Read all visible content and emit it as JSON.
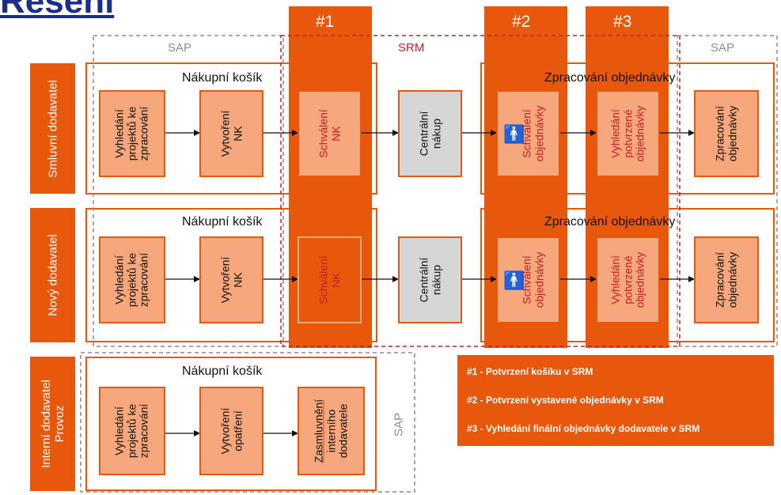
{
  "title": "Řešení",
  "columns": [
    "#1",
    "#2",
    "#3"
  ],
  "systems": {
    "sap": "SAP",
    "srm": "SRM"
  },
  "groups": {
    "cart": "Nákupní košík",
    "order": "Zpracování objednávky"
  },
  "rows": [
    {
      "label": [
        "Smluvní dodavatel"
      ]
    },
    {
      "label": [
        "Nový dodavatel"
      ]
    },
    {
      "label": [
        "Interní dodavatel",
        "Provoz"
      ]
    }
  ],
  "steps": {
    "find": [
      "Vyhledání",
      "projektů ke",
      "zpracování"
    ],
    "create_nk": [
      "Vytvoření",
      "NK"
    ],
    "approve_nk": [
      "Schválení",
      "NK"
    ],
    "central": [
      "Centrální",
      "nákup"
    ],
    "approve_order": [
      "Schválení",
      "objednávky"
    ],
    "find_confirmed": [
      "Vyhledání",
      "potvrzené",
      "objednávky"
    ],
    "process_order": [
      "Zpracování",
      "objednávky"
    ],
    "create_measure": [
      "Vytvoření",
      "opatření"
    ],
    "contract_internal": [
      "Zasmluvnění",
      "interního",
      "dodavatele"
    ]
  },
  "legend": [
    "#1 - Potvrzení košíku v SRM",
    "#2 - Potvrzení vystavené objednávky v SRM",
    "#3 - Vyhledání finální objednávky dodavatele v SRM"
  ],
  "colors": {
    "accent": "#e8580c",
    "light": "#f6a77c",
    "grey": "#d6d6d6",
    "srm_red": "#c0202a",
    "title_blue": "#1c2e8a"
  }
}
